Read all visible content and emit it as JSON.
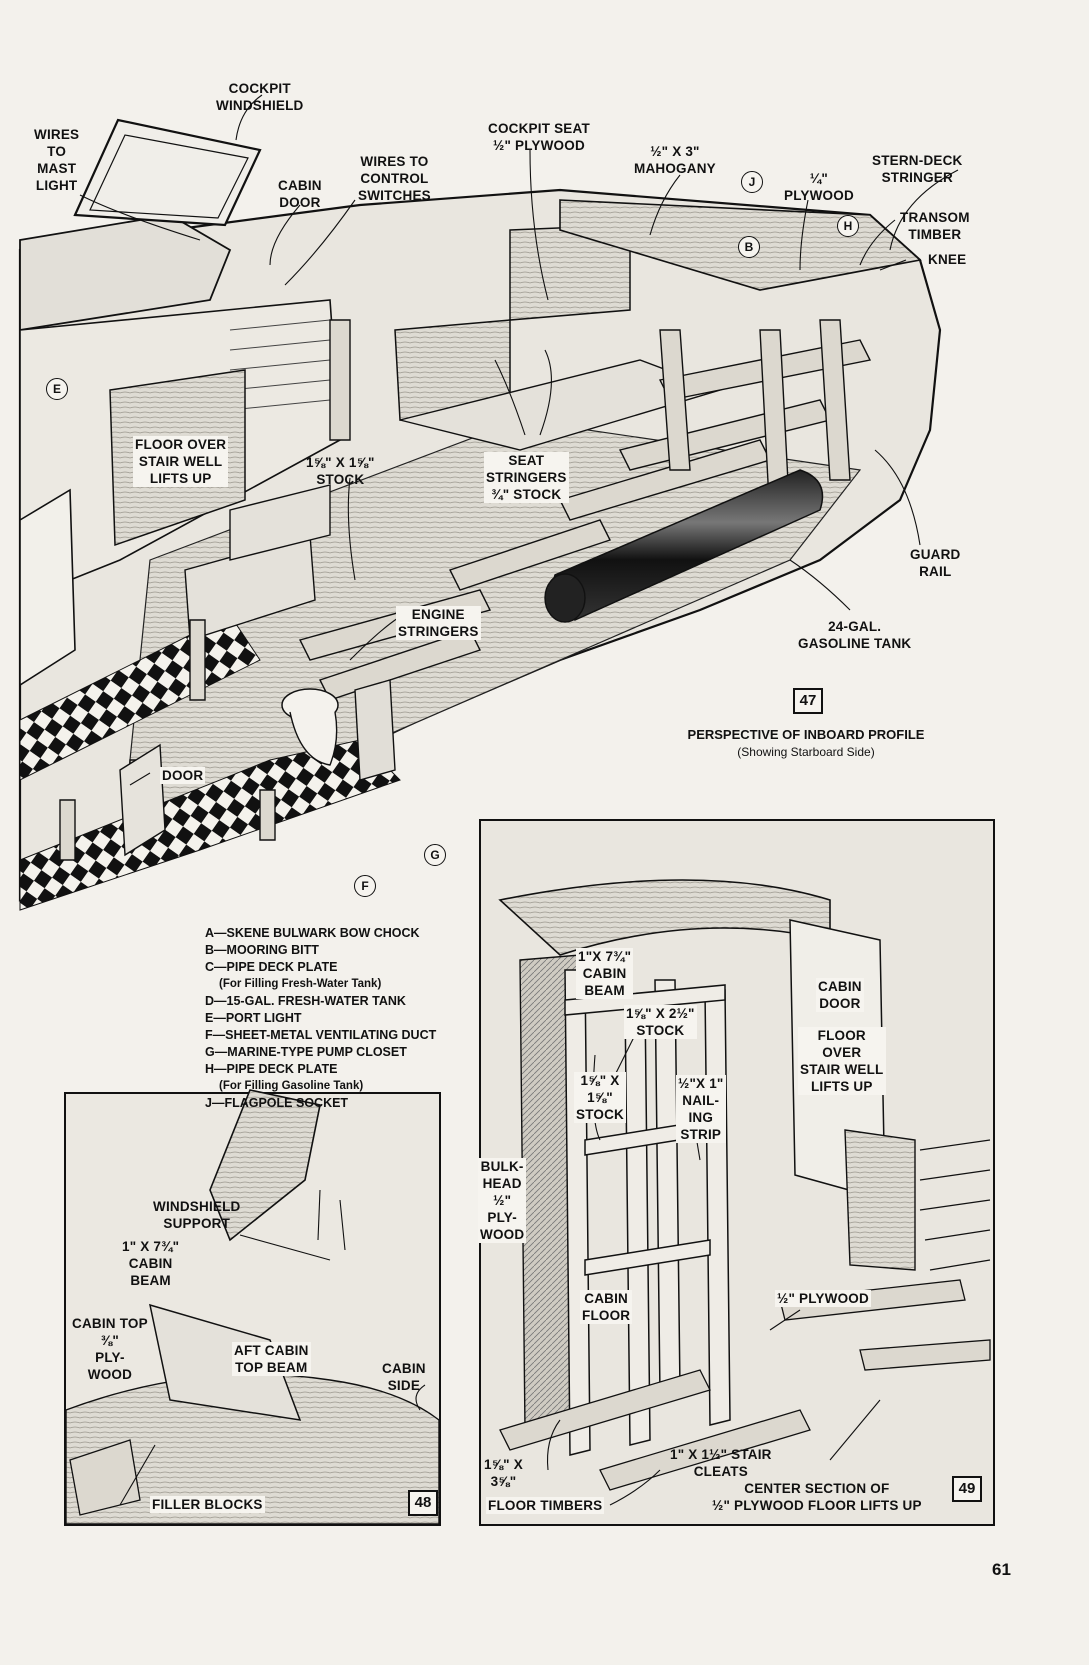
{
  "fig47": {
    "number": "47",
    "caption": "PERSPECTIVE OF INBOARD PROFILE",
    "caption_sub": "(Showing Starboard Side)",
    "labels": {
      "cockpit_windshield": "COCKPIT\nWINDSHIELD",
      "wires_mast_light": "WIRES\nTO\nMAST\nLIGHT",
      "cabin_door": "CABIN\nDOOR",
      "wires_control_switches": "WIRES TO\nCONTROL\nSWITCHES",
      "cockpit_seat": "COCKPIT SEAT\n½\" PLYWOOD",
      "mahogany": "½\" X 3\"\nMAHOGANY",
      "plywood_quarter": "¼\"\nPLYWOOD",
      "stern_deck_stringer": "STERN-DECK\nSTRINGER",
      "transom_timber": "TRANSOM\nTIMBER",
      "knee": "KNEE",
      "floor_over_stair_well": "FLOOR OVER\nSTAIR WELL\nLIFTS UP",
      "stock_1_5_8": "1⅝\" X 1⅝\"\nSTOCK",
      "seat_stringers": "SEAT\nSTRINGERS\n¾\" STOCK",
      "guard_rail": "GUARD\nRAIL",
      "engine_stringers": "ENGINE\nSTRINGERS",
      "gasoline_tank": "24-GAL.\nGASOLINE TANK",
      "door": "DOOR"
    },
    "callouts": [
      "J",
      "B",
      "H",
      "E",
      "G",
      "F"
    ]
  },
  "legend": [
    {
      "text": "A—SKENE BULWARK BOW CHOCK"
    },
    {
      "text": "B—MOORING BITT"
    },
    {
      "text": "C—PIPE DECK PLATE",
      "note": "(For Filling Fresh-Water Tank)"
    },
    {
      "text": "D—15-GAL. FRESH-WATER TANK"
    },
    {
      "text": "E—PORT LIGHT"
    },
    {
      "text": "F—SHEET-METAL VENTILATING DUCT"
    },
    {
      "text": "G—MARINE-TYPE PUMP CLOSET"
    },
    {
      "text": "H—PIPE DECK PLATE",
      "note": "(For Filling Gasoline Tank)"
    },
    {
      "text": "J—FLAGPOLE SOCKET"
    }
  ],
  "fig48": {
    "number": "48",
    "labels": {
      "windshield_support": "WINDSHIELD\nSUPPORT",
      "cabin_beam": "1\" X 7¾\"\nCABIN\nBEAM",
      "cabin_top": "CABIN TOP\n⅜\"\nPLY-\nWOOD",
      "aft_cabin_top_beam": "AFT CABIN\nTOP BEAM",
      "cabin_side": "CABIN\nSIDE",
      "filler_blocks": "FILLER BLOCKS"
    }
  },
  "fig49": {
    "number": "49",
    "labels": {
      "cabin_beam": "1\"X 7¾\"\nCABIN\nBEAM",
      "stock_2_5_8": "1⅝\" X 2½\"\nSTOCK",
      "stock_1_5_8": "1⅝\" X\n1⅝\"\nSTOCK",
      "nailing_strip": "½\"X 1\"\nNAIL-\nING\nSTRIP",
      "cabin_door": "CABIN\nDOOR",
      "floor_over": "FLOOR\nOVER\nSTAIR WELL\nLIFTS UP",
      "bulkhead": "BULK-\nHEAD\n½\"\nPLY-\nWOOD",
      "cabin_floor": "CABIN\nFLOOR",
      "plywood_half": "½\" PLYWOOD",
      "stair_cleats": "1\" X 1½\" STAIR\nCLEATS",
      "floor_timbers_dim": "1⅝\" X\n3⅝\"",
      "floor_timbers": "FLOOR TIMBERS",
      "center_section": "CENTER SECTION OF\n½\" PLYWOOD FLOOR LIFTS UP"
    }
  },
  "page_number": "61"
}
